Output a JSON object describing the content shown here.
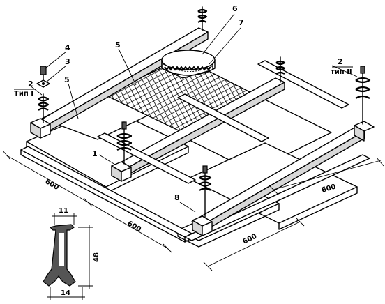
{
  "diagram": {
    "callouts": {
      "c1": "1",
      "c2a": "2",
      "c2b": "2",
      "c3": "3",
      "c4": "4",
      "c5a": "5",
      "c5b": "5",
      "c6": "6",
      "c7": "7",
      "c8": "8"
    },
    "type_labels": {
      "type1": "Тип I",
      "type2": "тип II"
    },
    "dimensions": {
      "d_left": "600",
      "d_front_mid": "600",
      "d_front_right": "600",
      "d_right": "600"
    },
    "profile_dims": {
      "top_width": "11",
      "height": "48",
      "bottom_width": "14"
    }
  }
}
